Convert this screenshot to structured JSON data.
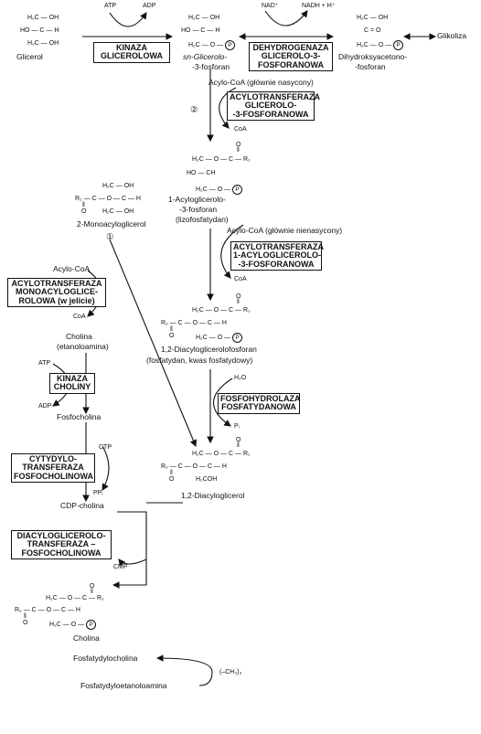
{
  "top": {
    "glycerol": {
      "l1": "H₂C — OH",
      "l2": "HO — C — H",
      "l3": "H₂C — OH",
      "name": "Glicerol"
    },
    "atp": "ATP",
    "adp": "ADP",
    "kinase": [
      "KINAZA",
      "GLICEROLOWA"
    ],
    "g3p": {
      "l1": "H₂C — OH",
      "l2": "HO — C — H",
      "l3": "H₂C — O —",
      "p": "P",
      "name1": "sn-Glicerolo-",
      "name2": "-3-fosforan"
    },
    "nad": "NAD⁺",
    "nadh": "NADH + H⁺",
    "dehydrogenase": [
      "DEHYDROGENAZA",
      "GLICEROLO-3-",
      "FOSFORANOWA"
    ],
    "dhap": {
      "l1": "H₂C — OH",
      "l2": "C = O",
      "l3": "H₂C — O —",
      "p": "P",
      "name1": "Dihydroksyacetono-",
      "name2": "-fosforan"
    },
    "glycolysis": "Glikoliza"
  },
  "step2": {
    "acyl": "Acylo-CoA (głównie nasycony)",
    "num": "②",
    "enzyme": [
      "ACYLOTRANSFERAZA",
      "GLICEROLO-",
      "-3-FOSFORANOWA"
    ],
    "coa": "CoA"
  },
  "lyso": {
    "l0": "O",
    "l0b": "‖",
    "l1": "H₂C — O — C — R₁",
    "l2": "HO — CH",
    "l3": "H₂C — O —",
    "p": "P",
    "name1": "1-Acyloglicerolo-",
    "name2": "-3-fosforan",
    "name3": "(lizofosfatydan)"
  },
  "mag": {
    "l1": "H₂C — OH",
    "l2": "R₂ — C — O — C — H",
    "l2b": "‖",
    "l2c": "O",
    "l3": "H₂C — OH",
    "name": "2-Monoacyloglicerol",
    "num": "①"
  },
  "step3": {
    "acyl": "Acylo-CoA (głównie nienasycony)",
    "enzyme": [
      "ACYLOTRANSFERAZA",
      "1-ACYLOGLICEROLO-",
      "-3-FOSFORANOWA"
    ],
    "coa": "CoA"
  },
  "mono_path": {
    "acyl": "Acylo-CoA",
    "enzyme": [
      "ACYLOTRANSFERAZA",
      "MONOACYLOGLICE-",
      "ROLOWA (w jelicie)"
    ],
    "coa": "CoA"
  },
  "pa": {
    "l0": "O",
    "l0b": "‖",
    "l1": "H₂C — O — C — R₁",
    "l2": "R₂ — C — O — C — H",
    "l2b": "‖",
    "l2c": "O",
    "l3": "H₂C — O —",
    "p": "P",
    "name1": "1,2-Diacyloglicerolofosforan",
    "name2": "(fosfatydan, kwas fosfatydowy)"
  },
  "choline_path": {
    "choline": "Cholina",
    "ethanolamine": "(etanoloamina)",
    "atp": "ATP",
    "adp": "ADP",
    "kinase": [
      "KINAZA",
      "CHOLINY"
    ],
    "phosphocholine": "Fosfocholina",
    "ctp": "CTP",
    "cyt": [
      "CYTYDYLO-",
      "TRANSFERAZA",
      "FOSFOCHOLINOWA"
    ],
    "ppi": "PPᵢ",
    "cdp": "CDP-cholina",
    "dagt": [
      "DIACYLOGLICEROLO-",
      "TRANSFERAZA –",
      "FOSFOCHOLINOWA"
    ],
    "cmp": "CMP"
  },
  "phosphohydrolase": {
    "h2o": "H₂O",
    "enzyme": [
      "FOSFOHYDROLAZA",
      "FOSFATYDANOWA"
    ],
    "pi": "Pᵢ"
  },
  "dag": {
    "l0": "O",
    "l0b": "‖",
    "l1": "H₂C — O — C — R₁",
    "l2": "R₂ — C — O — C — H",
    "l2b": "‖",
    "l2c": "O",
    "l3": "H₂COH",
    "name": "1,2-Diacyloglicerol"
  },
  "pc": {
    "l0": "O",
    "l0b": "‖",
    "l1": "H₂C — O — C — R₁",
    "l2": "R₂ — C — O — C — H",
    "l2b": "‖",
    "l2c": "O",
    "l3": "H₂C — O —",
    "p": "P",
    "name": "Cholina"
  },
  "bottom": {
    "pcname": "Fosfatydylocholina",
    "pename": "Fosfatydyloetanoloamina",
    "methyl": "(–CH₃)₃"
  }
}
